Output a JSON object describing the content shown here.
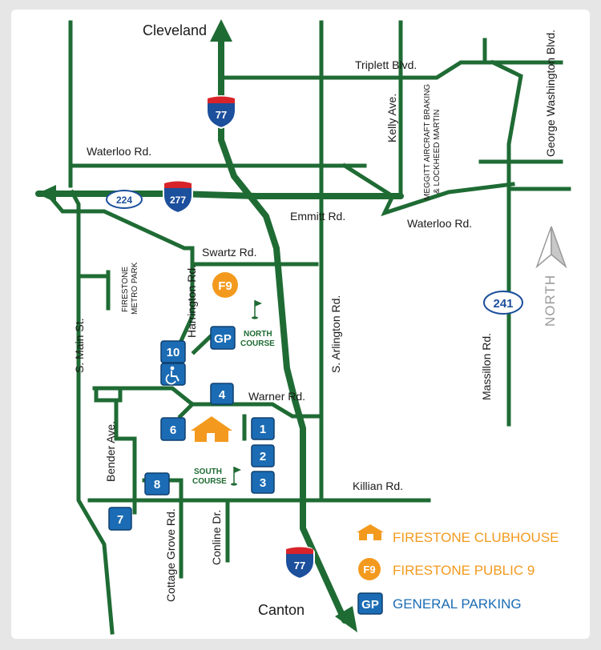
{
  "cities": {
    "north": "Cleveland",
    "south": "Canton"
  },
  "shields": {
    "i77_top": "77",
    "i77_bottom": "77",
    "i277": "277",
    "sr224": "224",
    "sr241": "241"
  },
  "roads": {
    "triplett": "Triplett Blvd.",
    "george_washington": "George Washington Blvd.",
    "kelly": "Kelly Ave.",
    "meggitt_line1": "MEGGITT AIRCRAFT BRAKING",
    "meggitt_line2": "& LOCKHEED MARTIN",
    "waterloo_west": "Waterloo Rd.",
    "waterloo_east": "Waterloo Rd.",
    "emmitt": "Emmitt Rd.",
    "swartz": "Swartz Rd.",
    "harrington": "Harrington Rd.",
    "firestone_park_line1": "FIRESTONE",
    "firestone_park_line2": "METRO PARK",
    "south_main": "S. Main St.",
    "south_arlington": "S. Arlington Rd.",
    "massillon": "Massillon Rd.",
    "warner": "Warner Rd.",
    "bender": "Bender Ave.",
    "killian": "Killian Rd.",
    "cottage_grove": "Cottage Grove Rd.",
    "conline": "Conline Dr."
  },
  "courses": {
    "north_line1": "NORTH",
    "north_line2": "COURSE",
    "south_line1": "SOUTH",
    "south_line2": "COURSE"
  },
  "parking": {
    "p1": "1",
    "p2": "2",
    "p3": "3",
    "p4": "4",
    "p6": "6",
    "p7": "7",
    "p8": "8",
    "p10": "10",
    "gp": "GP"
  },
  "f9_marker": "F9",
  "north_arrow": "NORTH",
  "legend": {
    "clubhouse": "FIRESTONE CLUBHOUSE",
    "f9_icon": "F9",
    "f9": "FIRESTONE PUBLIC 9",
    "gp_icon": "GP",
    "gp": "GENERAL PARKING"
  },
  "icons": {
    "clubhouse": "clubhouse-icon",
    "golf_flag": "golf-flag-icon",
    "accessible": "accessible-parking-icon",
    "north_arrow": "north-arrow-icon"
  },
  "colors": {
    "road": "#1f6b34",
    "parking": "#1b6cb4",
    "clubhouse": "#f39a1e",
    "interstate_red": "#d8232a",
    "interstate_blue": "#1c4f9c"
  }
}
